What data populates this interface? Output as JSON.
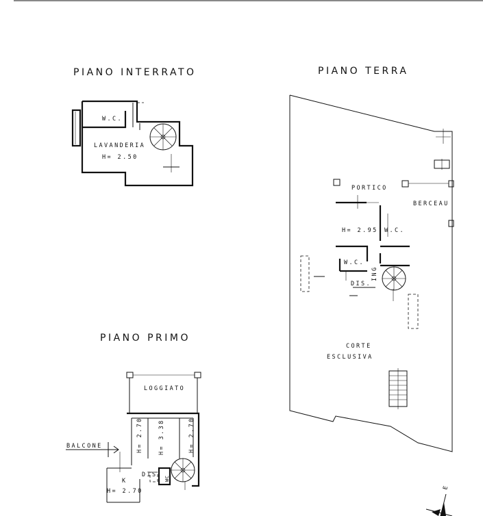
{
  "floors": {
    "interrato": {
      "title": "PIANO INTERRATO",
      "rooms": {
        "wc": "W.C.",
        "lavanderia": "LAVANDERIA",
        "height": "H= 2.50"
      }
    },
    "terra": {
      "title": "PIANO TERRA",
      "rooms": {
        "portico": "PORTICO",
        "berceau": "BERCEAU",
        "height": "H= 2.95",
        "wc_1": "W.C.",
        "wc_2": "W.C.",
        "dis": "DIS.",
        "ing": "ING",
        "corte": "CORTE",
        "esclusiva": "ESCLUSIVA"
      }
    },
    "primo": {
      "title": "PIANO PRIMO",
      "rooms": {
        "loggiato": "LOGGIATO",
        "balcone": "BALCONE",
        "h_left": "H= 2.70",
        "h_center": "H= 3.38",
        "h_right": "H= 2.70",
        "k": "K",
        "h_k": "H= 2.70",
        "dis": "DIS.",
        "wc": "WC"
      }
    }
  },
  "compass": {
    "east": "E"
  }
}
